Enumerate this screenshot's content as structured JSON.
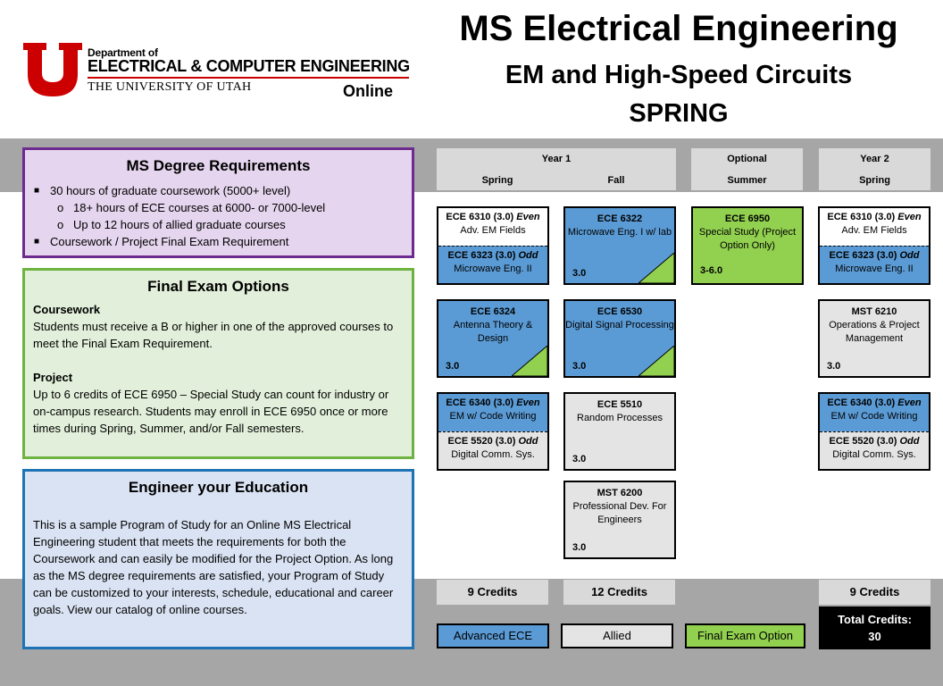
{
  "logo": {
    "dept_of": "Department of",
    "department": "ELECTRICAL & COMPUTER ENGINEERING",
    "university": "THE UNIVERSITY OF UTAH",
    "online": "Online"
  },
  "header": {
    "title": "MS Electrical Engineering",
    "subtitle": "EM and High-Speed Circuits",
    "term": "SPRING"
  },
  "requirements": {
    "title": "MS Degree Requirements",
    "items": [
      "30 hours of graduate coursework (5000+ level)",
      "18+ hours of ECE courses at 6000- or 7000-level",
      "Up to 12 hours of allied graduate courses",
      "Coursework / Project Final Exam Requirement"
    ]
  },
  "exam": {
    "title": "Final Exam Options",
    "coursework_heading": "Coursework",
    "coursework_text": "Students must receive a B or higher in one of the approved courses to meet the Final Exam Requirement.",
    "project_heading": "Project",
    "project_text": "Up to 6 credits of ECE 6950 – Special Study can count for industry or on-campus research. Students may enroll in ECE 6950 once or more times during Spring, Summer, and/or Fall semesters."
  },
  "education": {
    "title": "Engineer your Education",
    "text": "This is a sample Program of Study for an Online MS Electrical Engineering student that meets the requirements for both the Coursework and can easily be modified for the Project Option. As long as the MS degree requirements are satisfied, your Program of Study can be customized to your interests, schedule, educational and career goals. View our catalog of online courses."
  },
  "columns": {
    "year1": "Year 1",
    "spring": "Spring",
    "fall": "Fall",
    "optional": "Optional",
    "summer": "Summer",
    "year2": "Year 2",
    "spring2": "Spring"
  },
  "courses": {
    "c1": {
      "top_code": "ECE 6310 (3.0)",
      "top_tag": "Even",
      "top_name": "Adv. EM Fields",
      "bot_code": "ECE 6323 (3.0)",
      "bot_tag": "Odd",
      "bot_name": "Microwave Eng. II"
    },
    "c2": {
      "code": "ECE 6324",
      "name": "Antenna Theory & Design",
      "credits": "3.0"
    },
    "c3": {
      "top_code": "ECE 6340 (3.0)",
      "top_tag": "Even",
      "top_name": "EM w/ Code Writing",
      "bot_code": "ECE 5520 (3.0)",
      "bot_tag": "Odd",
      "bot_name": "Digital Comm. Sys."
    },
    "c4": {
      "code": "ECE 6322",
      "name": "Microwave Eng. I w/ lab",
      "credits": "3.0"
    },
    "c5": {
      "code": "ECE 6530",
      "name": "Digital Signal Processing",
      "credits": "3.0"
    },
    "c6": {
      "code": "ECE 5510",
      "name": "Random Processes",
      "credits": "3.0"
    },
    "c7": {
      "code": "MST 6200",
      "name": "Professional Dev. For Engineers",
      "credits": "3.0"
    },
    "c8": {
      "code": "ECE 6950",
      "name": "Special Study (Project Option Only)",
      "credits": "3-6.0"
    },
    "c9": {
      "top_code": "ECE 6310 (3.0)",
      "top_tag": "Even",
      "top_name": "Adv. EM Fields",
      "bot_code": "ECE 6323 (3.0)",
      "bot_tag": "Odd",
      "bot_name": "Microwave Eng. II"
    },
    "c10": {
      "code": "MST 6210",
      "name": "Operations & Project Management",
      "credits": "3.0"
    },
    "c11": {
      "top_code": "ECE 6340 (3.0)",
      "top_tag": "Even",
      "top_name": "EM w/ Code Writing",
      "bot_code": "ECE 5520 (3.0)",
      "bot_tag": "Odd",
      "bot_name": "Digital Comm. Sys."
    }
  },
  "credits": {
    "spring1": "9 Credits",
    "fall1": "12 Credits",
    "spring2": "9 Credits",
    "total_label": "Total Credits:",
    "total_value": "30"
  },
  "legend": {
    "advanced": "Advanced ECE",
    "allied": "Allied",
    "final_exam": "Final Exam Option"
  },
  "colors": {
    "advanced": "#5b9bd5",
    "allied": "#e4e4e4",
    "final_exam": "#92d050",
    "utah_red": "#cc0000"
  }
}
